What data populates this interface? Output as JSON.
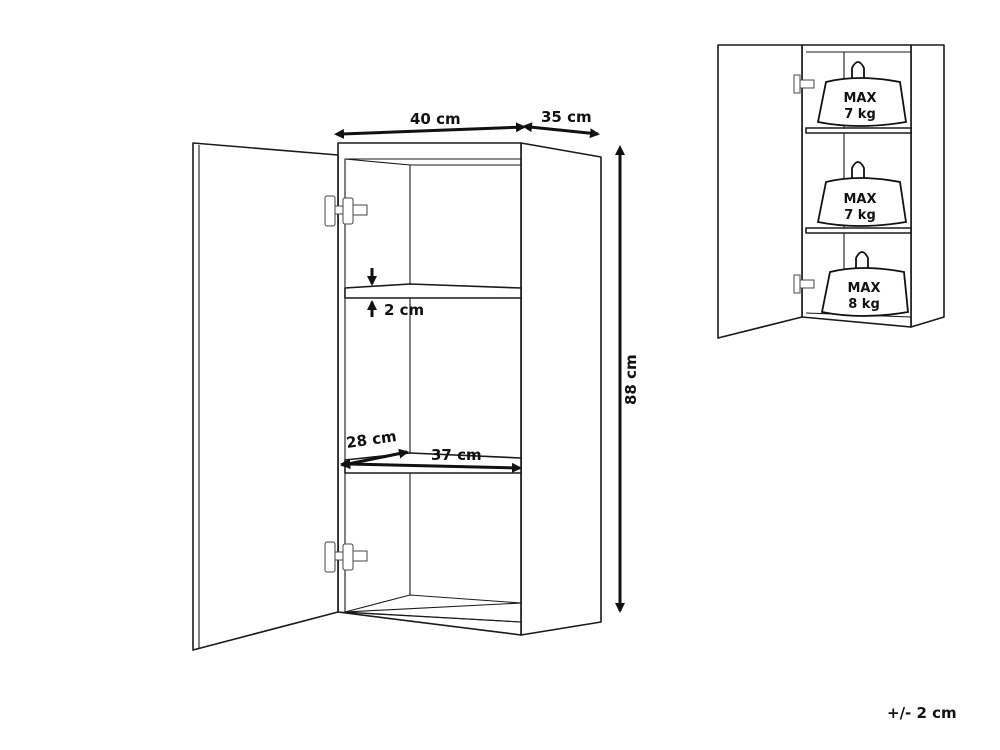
{
  "main_diagram": {
    "dimensions": {
      "width": "40 cm",
      "depth": "35 cm",
      "height": "88 cm",
      "shelf_thickness": "2 cm",
      "shelf_depth": "28 cm",
      "shelf_width": "37 cm"
    }
  },
  "load_diagram": {
    "weights": [
      {
        "line1": "MAX",
        "line2": "7 kg"
      },
      {
        "line1": "MAX",
        "line2": "7 kg"
      },
      {
        "line1": "MAX",
        "line2": "8 kg"
      }
    ]
  },
  "tolerance": "+/- 2 cm",
  "colors": {
    "line": "#1a1a1a",
    "background": "#ffffff"
  }
}
